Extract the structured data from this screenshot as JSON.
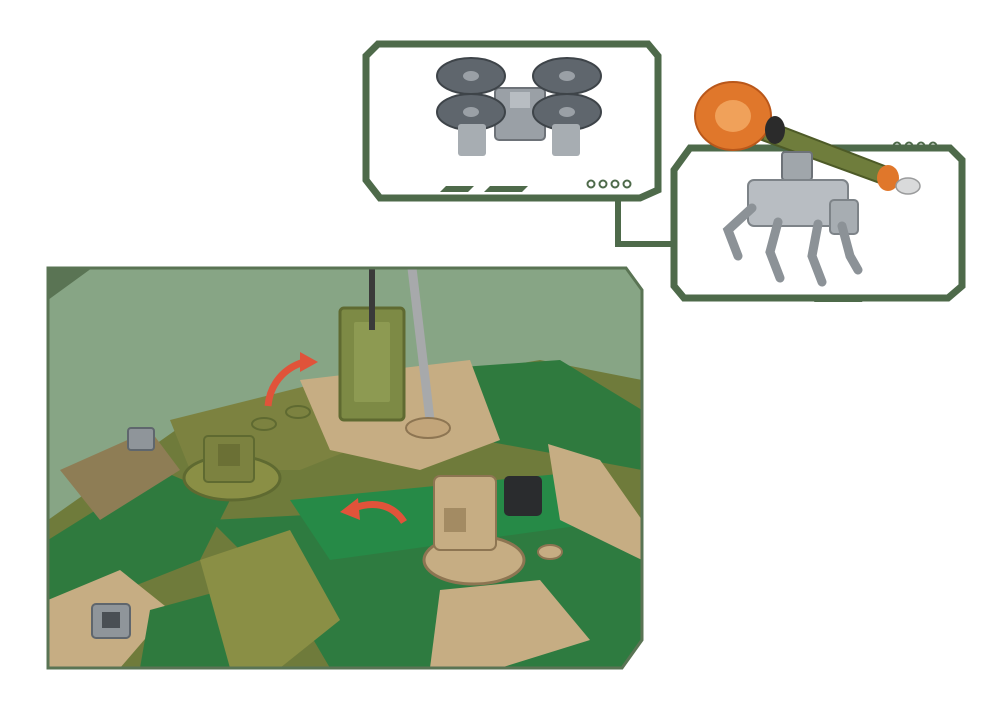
{
  "scene": {
    "subject": "",
    "panels": [
      {
        "name": "drone-accessory-panel",
        "dots": 4
      },
      {
        "name": "robot-dog-accessory-panel",
        "dots": 4
      },
      {
        "name": "tank-closeup-panel"
      }
    ],
    "colors": {
      "frame": "#5a7454",
      "panel_bg_light": "#ffffff",
      "closeup_bg": "#87a585",
      "olive": "#7c8240",
      "tan": "#c6ad83",
      "green": "#2f7a3e",
      "dark_green": "#3b5a35",
      "arrow": "#e0533a",
      "gray": "#8f959a",
      "orange": "#e0772b"
    }
  }
}
